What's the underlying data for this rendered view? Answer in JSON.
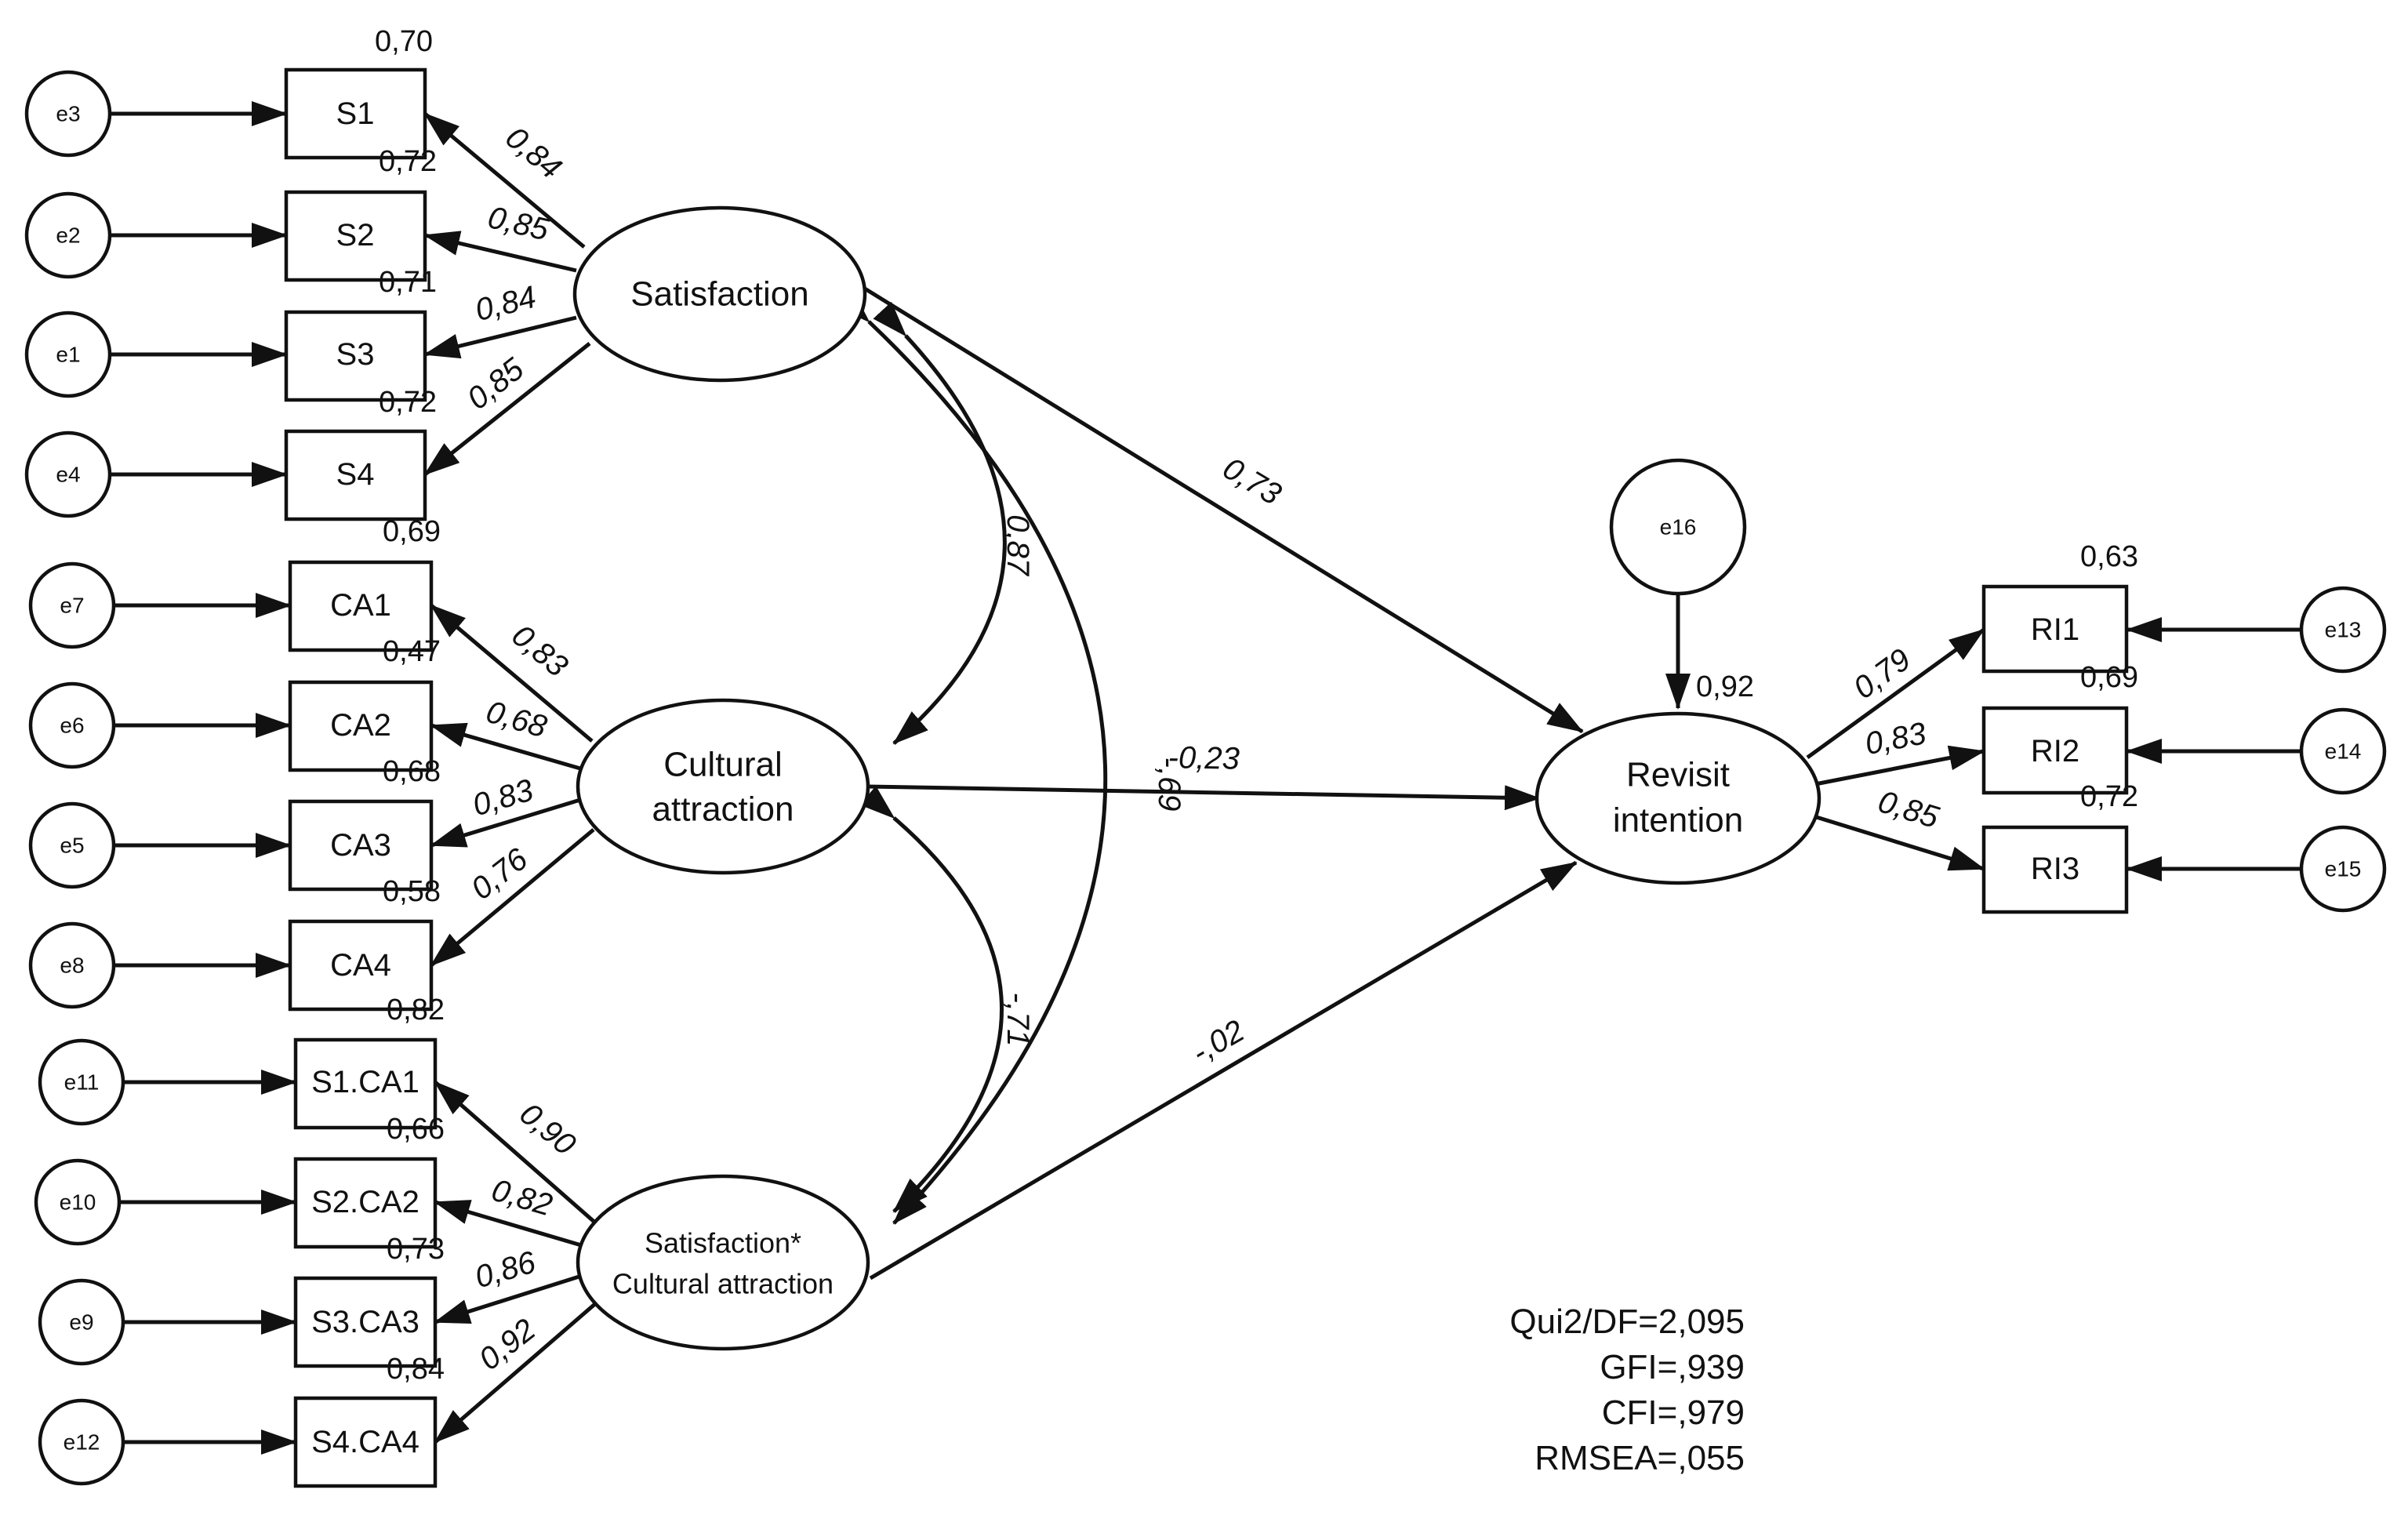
{
  "latents": {
    "satisfaction": "Satisfaction",
    "cultural": [
      "Cultural",
      "attraction"
    ],
    "interaction": [
      "Satisfaction*",
      "Cultural attraction"
    ],
    "revisit": [
      "Revisit",
      "intention"
    ]
  },
  "indicators": {
    "satisfaction": [
      {
        "label": "S1",
        "error": "e3",
        "r2": "0,70",
        "loading": "0,84"
      },
      {
        "label": "S2",
        "error": "e2",
        "r2": "0,72",
        "loading": "0,85"
      },
      {
        "label": "S3",
        "error": "e1",
        "r2": "0,71",
        "loading": "0,84"
      },
      {
        "label": "S4",
        "error": "e4",
        "r2": "0,72",
        "loading": "0,85"
      }
    ],
    "cultural": [
      {
        "label": "CA1",
        "error": "e7",
        "r2": "0,69",
        "loading": "0,83"
      },
      {
        "label": "CA2",
        "error": "e6",
        "r2": "0,47",
        "loading": "0,68"
      },
      {
        "label": "CA3",
        "error": "e5",
        "r2": "0,68",
        "loading": "0,83"
      },
      {
        "label": "CA4",
        "error": "e8",
        "r2": "0,58",
        "loading": "0,76"
      }
    ],
    "interaction": [
      {
        "label": "S1.CA1",
        "error": "e11",
        "r2": "0,82",
        "loading": "0,90"
      },
      {
        "label": "S2.CA2",
        "error": "e10",
        "r2": "0,66",
        "loading": "0,82"
      },
      {
        "label": "S3.CA3",
        "error": "e9",
        "r2": "0,73",
        "loading": "0,86"
      },
      {
        "label": "S4.CA4",
        "error": "e12",
        "r2": "0,84",
        "loading": "0,92"
      }
    ],
    "revisit": [
      {
        "label": "RI1",
        "error": "e13",
        "r2": "0,63",
        "loading": "0,79"
      },
      {
        "label": "RI2",
        "error": "e14",
        "r2": "0,69",
        "loading": "0,83"
      },
      {
        "label": "RI3",
        "error": "e15",
        "r2": "0,72",
        "loading": "0,85"
      }
    ]
  },
  "structural": {
    "disturbance": "e16",
    "revisit_r2": "0,92",
    "sat_to_revisit": "0,73",
    "ca_to_revisit": "-0,23",
    "int_to_revisit": "-,02"
  },
  "correlations": {
    "sat_ca": "0,87",
    "ca_int": "-,71",
    "sat_int": "-,69"
  },
  "fit": [
    "Qui2/DF=2,095",
    "GFI=,939",
    "CFI=,979",
    "RMSEA=,055"
  ]
}
